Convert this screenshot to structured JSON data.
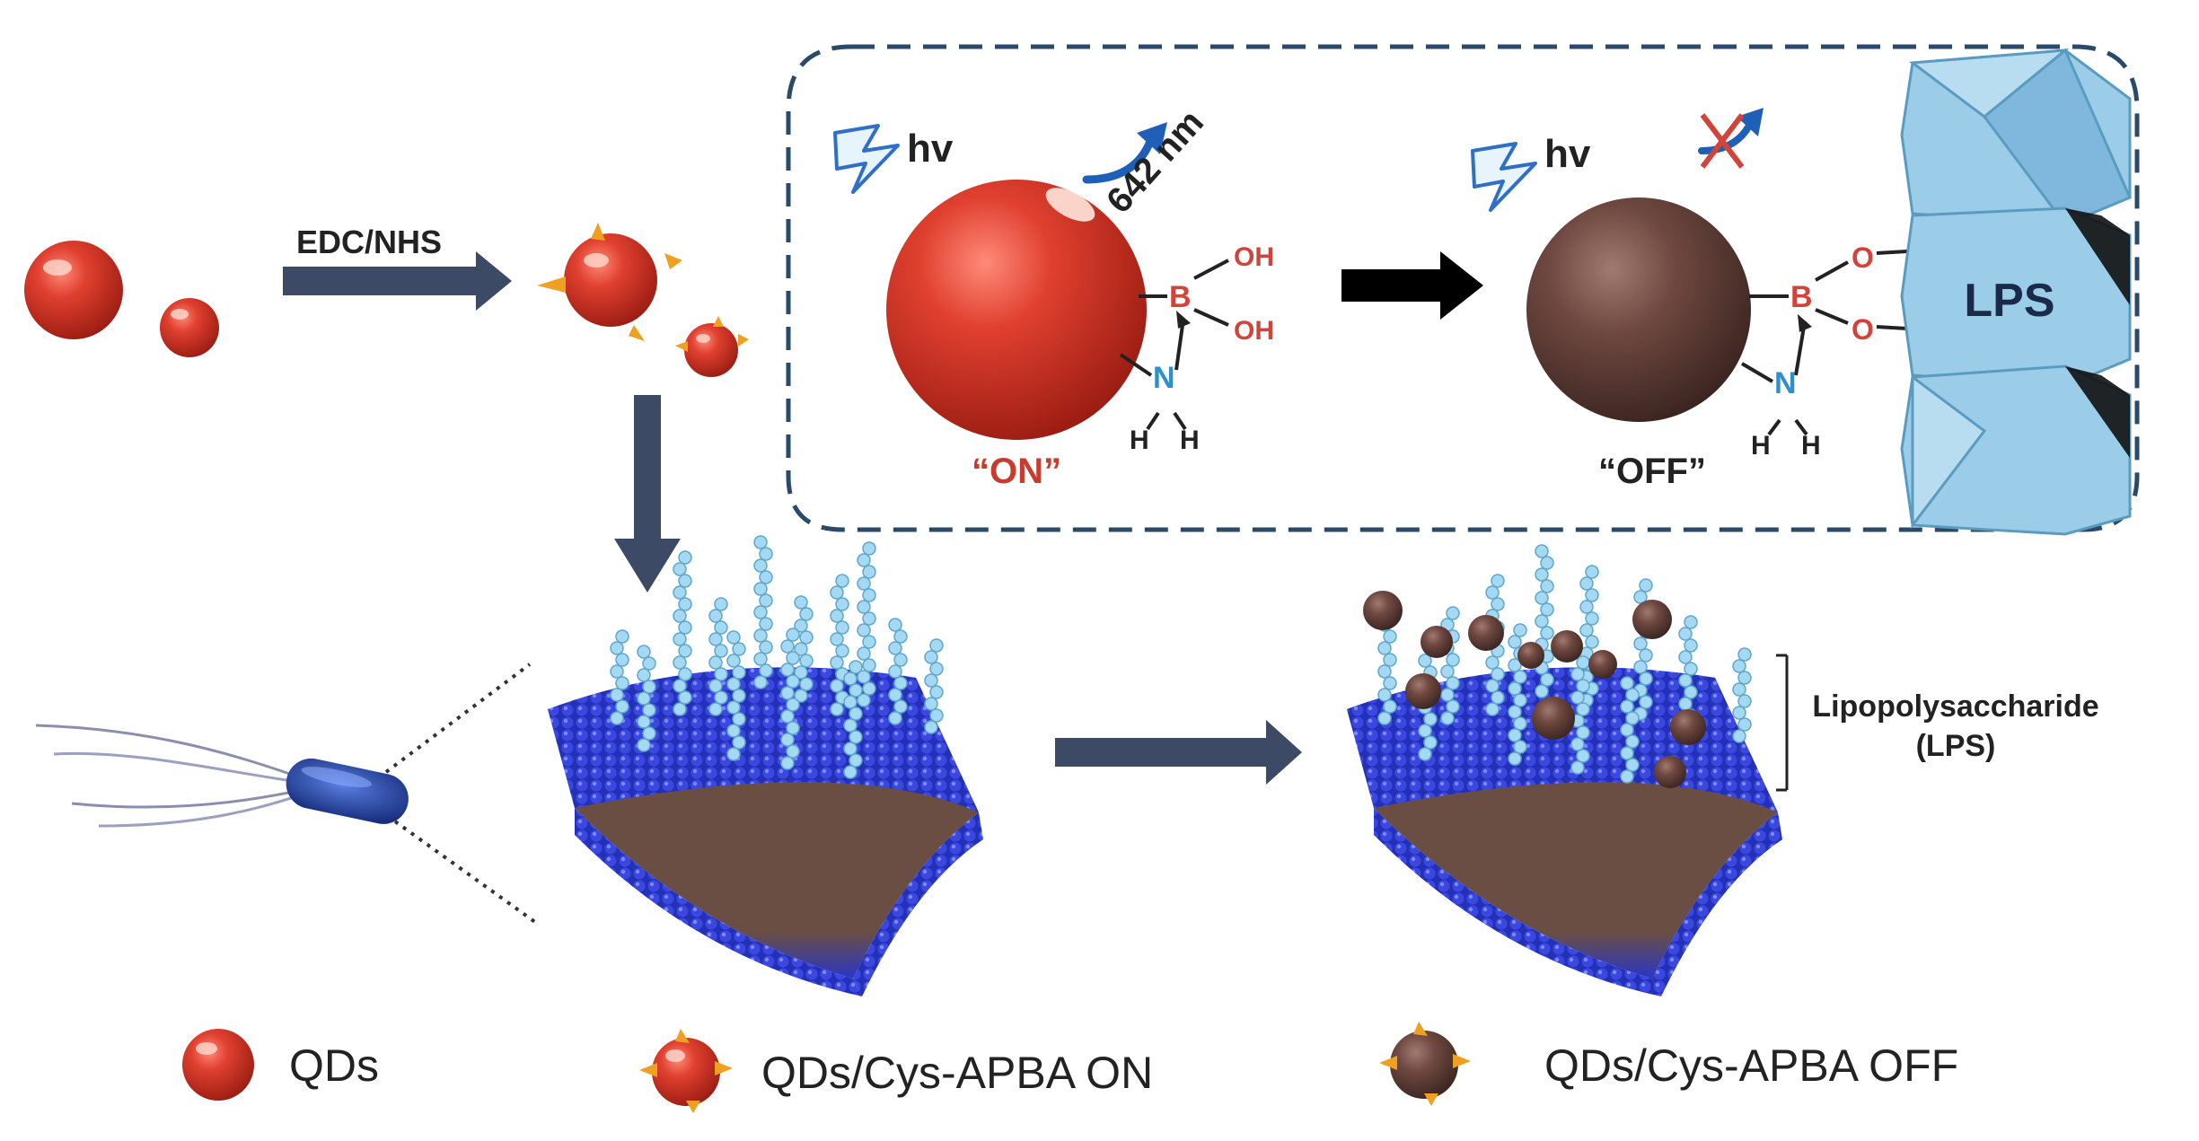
{
  "colors": {
    "qd_red": "#d8352a",
    "qd_off_brown": "#6e4840",
    "arrow_slate": "#3d4a66",
    "arrow_black": "#000000",
    "dashed_box": "#2a4a6c",
    "boron_red": "#d2443a",
    "nitrogen_blue": "#2f8fc8",
    "lps_light_blue": "#9ccde8",
    "membrane_blue": "#2a36c4",
    "lps_chain": "#a5d8f2",
    "label_red": "#c93a2f"
  },
  "icons": [
    "lightning-bolt-icon",
    "emission-arrow-icon",
    "blocked-emission-icon",
    "bacterium-icon"
  ],
  "arrows": {
    "edc_nhs": "EDC/NHS"
  },
  "inset": {
    "on_state": {
      "hv": "hv",
      "emission": "642 nm",
      "boron": "B",
      "oh_top": "OH",
      "oh_bottom": "OH",
      "nitrogen": "N",
      "h_left": "H",
      "h_right": "H",
      "label": "“ON”"
    },
    "off_state": {
      "hv": "hv",
      "boron": "B",
      "o_top": "O",
      "o_bottom": "O",
      "nitrogen": "N",
      "h_left": "H",
      "h_right": "H",
      "label": "“OFF”"
    },
    "lps_block": "LPS"
  },
  "membrane_annotation": {
    "line1": "Lipopolysaccharide",
    "line2": "(LPS)"
  },
  "legend": [
    {
      "label": "QDs"
    },
    {
      "label": "QDs/Cys-APBA ON"
    },
    {
      "label": "QDs/Cys-APBA OFF"
    }
  ]
}
